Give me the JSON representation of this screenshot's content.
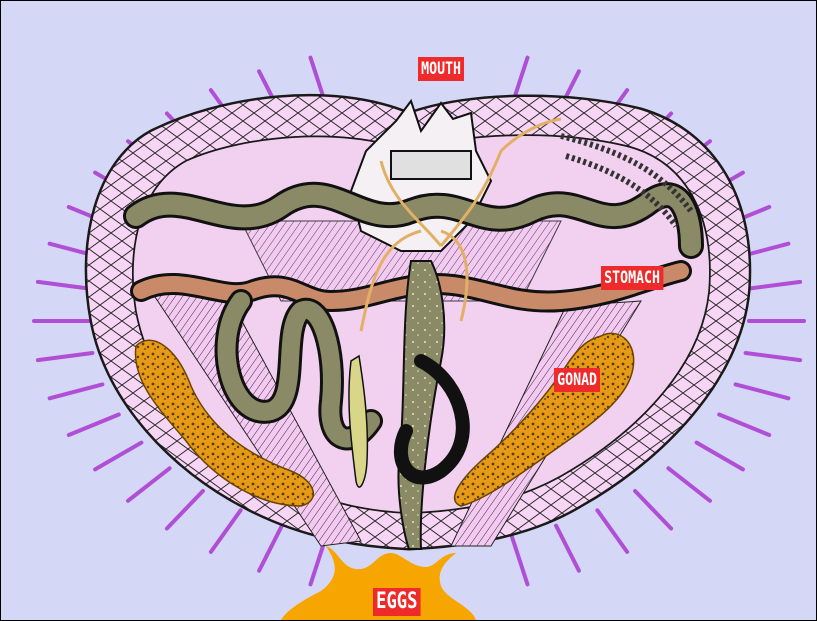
{
  "diagram": {
    "labels": {
      "mouth": "MOUTH",
      "stomach": "STOMACH",
      "gonad": "GONAD",
      "eggs": "EGGS"
    },
    "colors": {
      "background": "#d4d8f6",
      "body": "#f4c9f2",
      "spines": "#b04fd6",
      "intestine": "#8a8a66",
      "gonad": "#e69a16",
      "eggs": "#f7a500",
      "label_fill": "#ee2a2a",
      "label_text": "#ffffff"
    }
  }
}
